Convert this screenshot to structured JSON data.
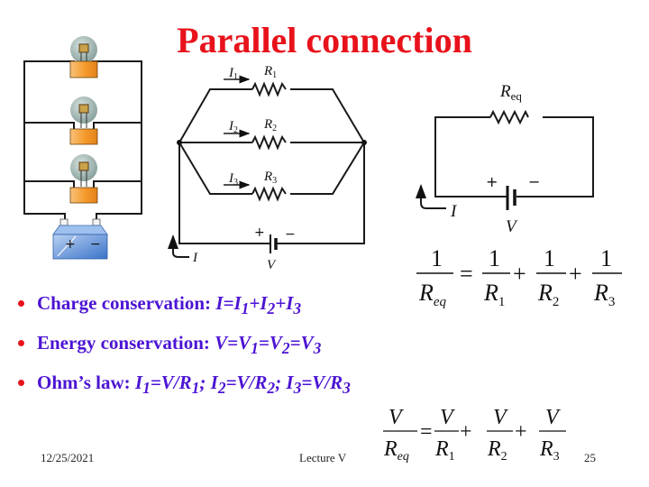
{
  "slide": {
    "title": "Parallel connection",
    "title_color": "#e8121b",
    "bullet_color": "#4c14d4",
    "bullet_marker_color": "#e8121b"
  },
  "bullets": [
    {
      "label": "Charge conservation: ",
      "math_parts": [
        "I=I",
        "1",
        "+I",
        "2",
        "+I",
        "3"
      ]
    },
    {
      "label": "Energy conservation: ",
      "math_parts": [
        "V=V",
        "1",
        "=V",
        "2",
        "=V",
        "3"
      ]
    },
    {
      "label": "Ohm’s law: ",
      "math_parts": [
        "I",
        "1",
        "=V/R",
        "1",
        "; I",
        "2",
        "=V/R",
        "2",
        "; I",
        "3",
        "=V/R",
        "3"
      ]
    }
  ],
  "bulb_circuit": {
    "bulb_count": 3,
    "battery_plus": "+",
    "battery_minus": "−",
    "bulb_color": "#9fb4b0",
    "socket_color": "#f5a03a",
    "battery_color": "#4f86d6"
  },
  "parallel_circuit": {
    "branches": [
      {
        "current": "I",
        "current_sub": "1",
        "resistor": "R",
        "resistor_sub": "1"
      },
      {
        "current": "I",
        "current_sub": "2",
        "resistor": "R",
        "resistor_sub": "2"
      },
      {
        "current": "I",
        "current_sub": "3",
        "resistor": "R",
        "resistor_sub": "3"
      }
    ],
    "total_current": "I",
    "voltage": "V",
    "plus": "+",
    "minus": "−"
  },
  "equivalent_circuit": {
    "resistor": "R",
    "resistor_sub": "eq",
    "current": "I",
    "voltage": "V",
    "plus": "+",
    "minus": "−"
  },
  "formula_reciprocal": {
    "lhs_num": "1",
    "lhs_den": "R",
    "lhs_den_sub": "eq",
    "terms": [
      {
        "num": "1",
        "den": "R",
        "den_sub": "1"
      },
      {
        "num": "1",
        "den": "R",
        "den_sub": "2"
      },
      {
        "num": "1",
        "den": "R",
        "den_sub": "3"
      }
    ],
    "equals": "=",
    "plus": "+"
  },
  "formula_voltage": {
    "lhs_num": "V",
    "lhs_den": "R",
    "lhs_den_sub": "eq",
    "terms": [
      {
        "num": "V",
        "den": "R",
        "den_sub": "1"
      },
      {
        "num": "V",
        "den": "R",
        "den_sub": "2"
      },
      {
        "num": "V",
        "den": "R",
        "den_sub": "3"
      }
    ],
    "equals": "=",
    "plus": "+"
  },
  "footer": {
    "date": "12/25/2021",
    "center": "Lecture V",
    "page": "25"
  }
}
